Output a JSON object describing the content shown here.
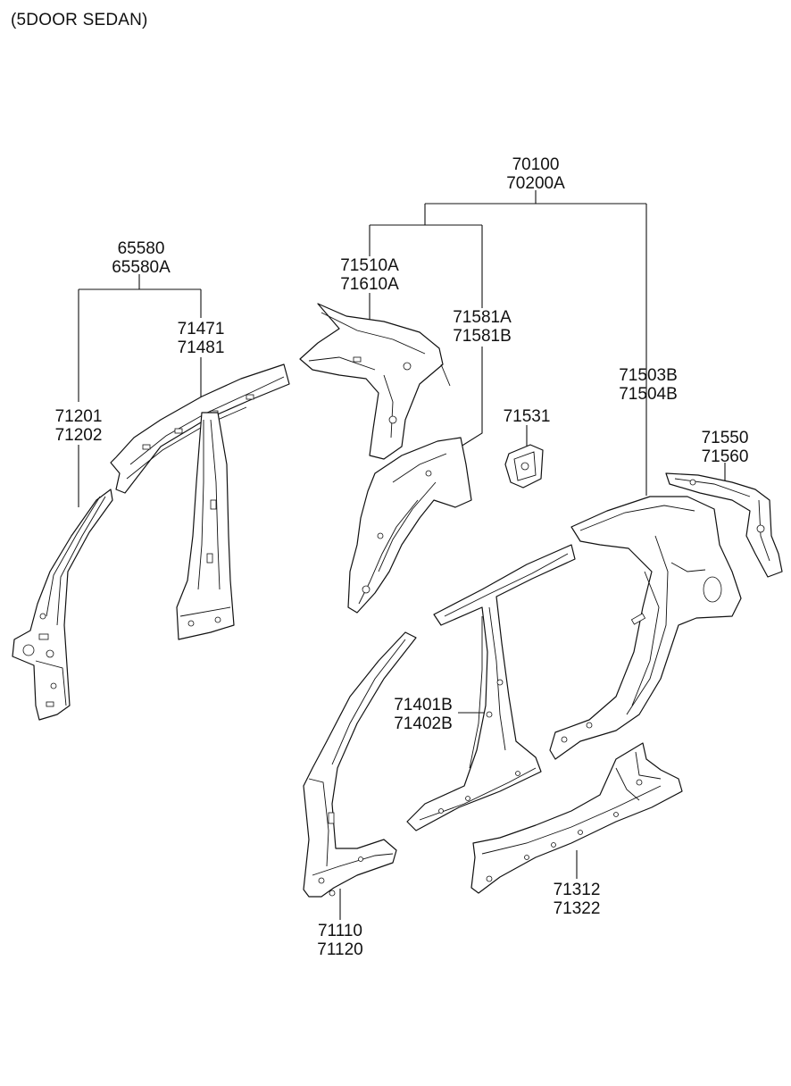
{
  "title": "(5DOOR SEDAN)",
  "callouts": {
    "c_70100": [
      "70100",
      "70200A"
    ],
    "c_65580": [
      "65580",
      "65580A"
    ],
    "c_71510": [
      "71510A",
      "71610A"
    ],
    "c_71581": [
      "71581A",
      "71581B"
    ],
    "c_71471": [
      "71471",
      "71481"
    ],
    "c_71201": [
      "71201",
      "71202"
    ],
    "c_71503": [
      "71503B",
      "71504B"
    ],
    "c_71531": [
      "71531"
    ],
    "c_71550": [
      "71550",
      "71560"
    ],
    "c_71401": [
      "71401B",
      "71402B"
    ],
    "c_71110": [
      "71110",
      "71120"
    ],
    "c_71312": [
      "71312",
      "71322"
    ]
  }
}
